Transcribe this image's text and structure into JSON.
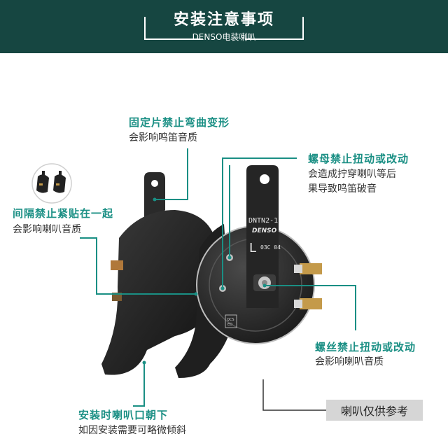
{
  "header": {
    "title": "安装注意事项",
    "subtitle": "DENSO电装喇叭",
    "background_color": "#164641"
  },
  "annotations": {
    "bracket": {
      "title": "固定片禁止弯曲变形",
      "desc": "会影响鸣笛音质"
    },
    "spacing": {
      "title": "间隔禁止紧贴在一起",
      "desc": "会影响喇叭音质"
    },
    "nut": {
      "title": "螺母禁止扭动或改动",
      "desc": [
        "会造成拧穿喇叭等后",
        "果导致鸣笛破音"
      ]
    },
    "screw": {
      "title": "螺丝禁止扭动或改动",
      "desc": "会影响喇叭音质"
    },
    "mouth": {
      "title": "安装时喇叭口朝下",
      "desc": "如因安装需要可略微倾斜"
    }
  },
  "reference_note": "喇叭仅供参考",
  "horn_label": {
    "model": "DNTN2-1",
    "brand": "DENSO",
    "part_code": "03C 04",
    "size_mark": "L",
    "qc_mark": [
      "QCS",
      "ED"
    ]
  },
  "colors": {
    "accent": "#1a8f84",
    "line": "#1a8f84",
    "horn": "#262626"
  },
  "icons": [
    "horn-pair-icon"
  ]
}
